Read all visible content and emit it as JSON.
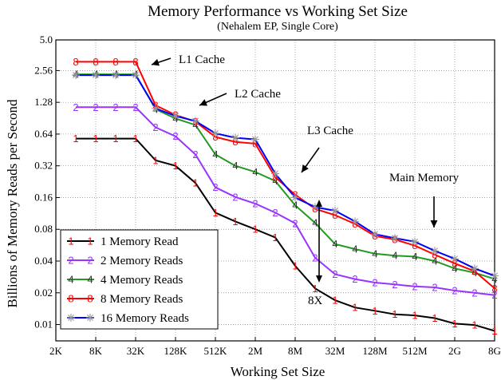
{
  "chart_data": {
    "type": "line",
    "title": "Memory Performance vs Working Set Size",
    "subtitle": "(Nehalem EP, Single Core)",
    "xlabel": "Working Set Size",
    "ylabel": "Billions of Memory Reads per Second",
    "x_scale": "log2",
    "y_scale": "log2",
    "xlim": [
      2,
      8388608
    ],
    "ylim": [
      0.007,
      5.0
    ],
    "x_ticks": [
      {
        "value": 2,
        "label": "2K"
      },
      {
        "value": 8,
        "label": "8K"
      },
      {
        "value": 32,
        "label": "32K"
      },
      {
        "value": 128,
        "label": "128K"
      },
      {
        "value": 512,
        "label": "512K"
      },
      {
        "value": 2048,
        "label": "2M"
      },
      {
        "value": 8192,
        "label": "8M"
      },
      {
        "value": 32768,
        "label": "32M"
      },
      {
        "value": 131072,
        "label": "128M"
      },
      {
        "value": 524288,
        "label": "512M"
      },
      {
        "value": 2097152,
        "label": "2G"
      },
      {
        "value": 8388608,
        "label": "8G"
      }
    ],
    "y_ticks": [
      {
        "value": 5.0,
        "label": "5.0"
      },
      {
        "value": 2.56,
        "label": "2.56"
      },
      {
        "value": 1.28,
        "label": "1.28"
      },
      {
        "value": 0.64,
        "label": "0.64"
      },
      {
        "value": 0.32,
        "label": "0.32"
      },
      {
        "value": 0.16,
        "label": "0.16"
      },
      {
        "value": 0.08,
        "label": "0.08"
      },
      {
        "value": 0.04,
        "label": "0.04"
      },
      {
        "value": 0.02,
        "label": "0.02"
      },
      {
        "value": 0.01,
        "label": "0.01"
      }
    ],
    "grid": true,
    "legend_placement": "bottom-left",
    "x": [
      4,
      8,
      16,
      32,
      64,
      128,
      256,
      512,
      1024,
      2048,
      4096,
      8192,
      16384,
      32768,
      65536,
      131072,
      262144,
      524288,
      1048576,
      2097152,
      4194304,
      8388608
    ],
    "series": [
      {
        "name": "1 Memory Read",
        "marker": "1",
        "color": "#ff0000",
        "line_color": "#000000",
        "values": [
          0.58,
          0.58,
          0.58,
          0.58,
          0.36,
          0.32,
          0.22,
          0.115,
          0.095,
          0.08,
          0.067,
          0.036,
          0.022,
          0.017,
          0.0145,
          0.0135,
          0.0125,
          0.0122,
          0.0115,
          0.0102,
          0.0099,
          0.0087
        ]
      },
      {
        "name": "2 Memory Reads",
        "marker": "2",
        "color": "#9933ff",
        "line_color": "#9933ff",
        "values": [
          1.15,
          1.15,
          1.15,
          1.15,
          0.74,
          0.61,
          0.41,
          0.2,
          0.162,
          0.14,
          0.115,
          0.091,
          0.043,
          0.03,
          0.027,
          0.025,
          0.024,
          0.023,
          0.0225,
          0.021,
          0.02,
          0.019
        ]
      },
      {
        "name": "4 Memory Reads",
        "marker": "4",
        "color": "#333333",
        "line_color": "#229922",
        "values": [
          2.36,
          2.36,
          2.36,
          2.36,
          1.1,
          0.9,
          0.78,
          0.41,
          0.32,
          0.28,
          0.23,
          0.135,
          0.092,
          0.058,
          0.052,
          0.047,
          0.045,
          0.044,
          0.04,
          0.034,
          0.031,
          0.027
        ]
      },
      {
        "name": "8 Memory Reads",
        "marker": "8",
        "color": "#ff0000",
        "line_color": "#ff0000",
        "values": [
          3.1,
          3.1,
          3.1,
          3.1,
          1.2,
          0.97,
          0.84,
          0.6,
          0.54,
          0.52,
          0.25,
          0.17,
          0.125,
          0.109,
          0.09,
          0.069,
          0.064,
          0.056,
          0.046,
          0.038,
          0.032,
          0.022
        ]
      },
      {
        "name": "16 Memory Reads",
        "marker": "*",
        "color": "#999999",
        "line_color": "#0000ff",
        "values": [
          2.32,
          2.32,
          2.32,
          2.32,
          1.12,
          0.95,
          0.85,
          0.65,
          0.59,
          0.57,
          0.27,
          0.16,
          0.13,
          0.12,
          0.095,
          0.072,
          0.066,
          0.061,
          0.05,
          0.042,
          0.034,
          0.029
        ]
      }
    ],
    "annotations": [
      {
        "text": "L1 Cache"
      },
      {
        "text": "L2 Cache"
      },
      {
        "text": "L3 Cache"
      },
      {
        "text": "Main Memory"
      },
      {
        "text": "8X"
      }
    ]
  }
}
